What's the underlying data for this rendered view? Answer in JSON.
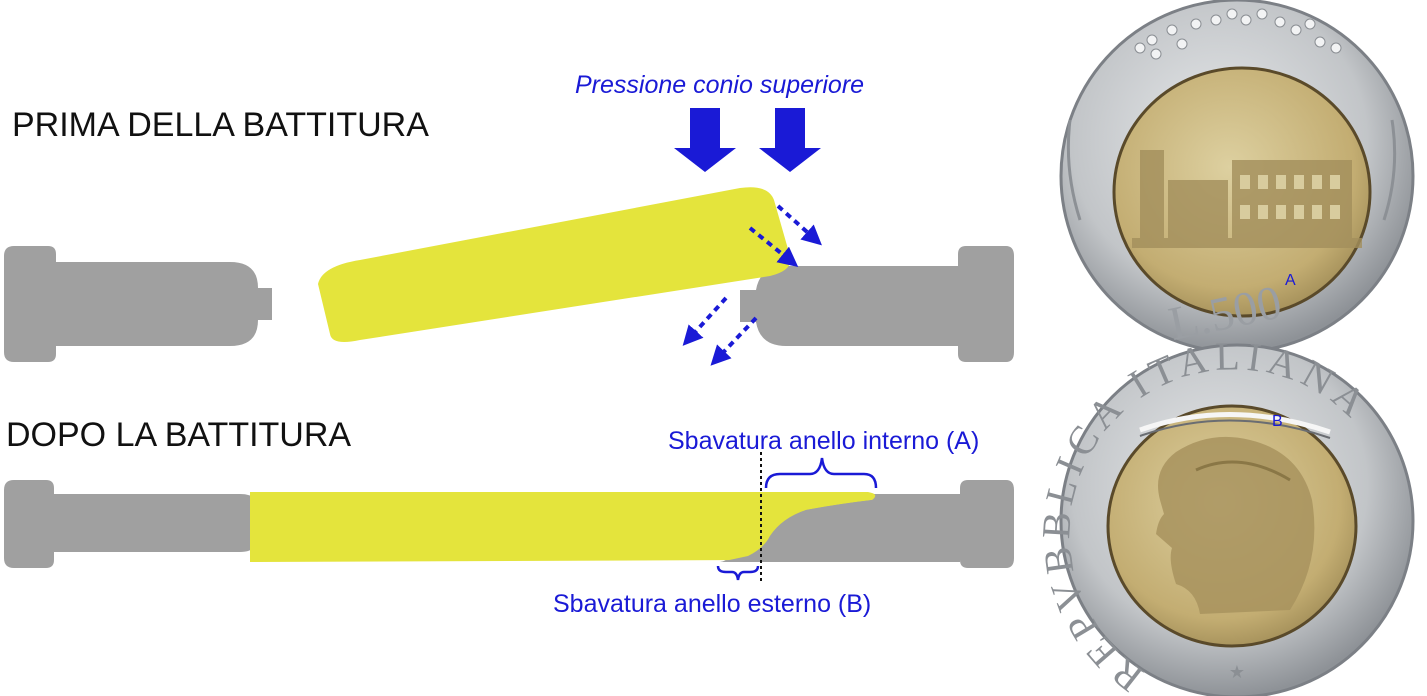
{
  "top_title": "PRIMA DELLA BATTITURA",
  "bottom_title": "DOPO LA BATTITURA",
  "pressure_label": "Pressione conio superiore",
  "burr_inner_label": "Sbavatura anello interno (A)",
  "burr_outer_label": "Sbavatura anello esterno (B)",
  "coin_top": {
    "marker": "A",
    "denomination_text": "L.500"
  },
  "coin_bottom": {
    "marker": "B",
    "legend": "REPVBBLICA ITALIANA"
  },
  "colors": {
    "die_gray": "#a0a0a0",
    "metal_yellow": "#e4e43c",
    "annotation_blue": "#1a1ad6",
    "text_black": "#111111",
    "ring_silver": "#c9cbcd",
    "center_bronze": "#c8b47a"
  }
}
